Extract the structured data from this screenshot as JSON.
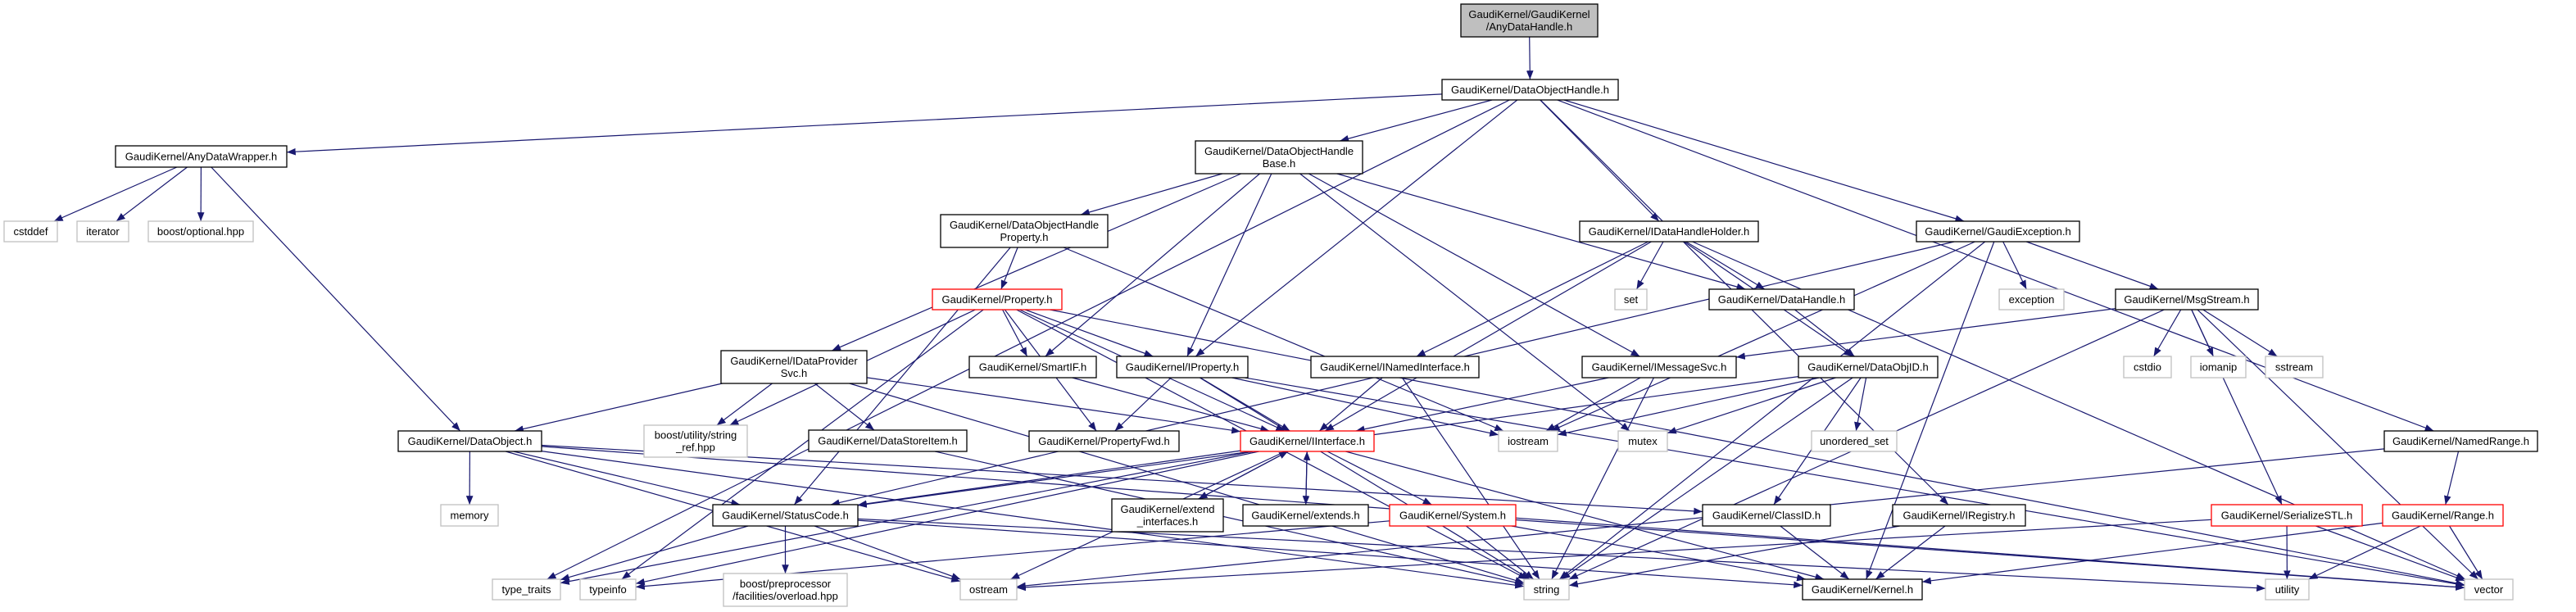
{
  "graph": {
    "title": "GaudiKernel/GaudiKernel/AnyDataHandle.h include dependency graph",
    "colors": {
      "edge": "#191970",
      "root_fill": "#bfbfbf",
      "documented_border": "#000000",
      "external_border": "#bfbfbf",
      "truncated_border": "#ff0000"
    },
    "nodes": [
      {
        "id": "root",
        "lines": [
          "GaudiKernel/GaudiKernel",
          "/AnyDataHandle.h"
        ],
        "kind": "root"
      },
      {
        "id": "DataObjectHandle",
        "lines": [
          "GaudiKernel/DataObjectHandle.h"
        ],
        "kind": "doc"
      },
      {
        "id": "AnyDataWrapper",
        "lines": [
          "GaudiKernel/AnyDataWrapper.h"
        ],
        "kind": "doc"
      },
      {
        "id": "cstddef",
        "lines": [
          "cstddef"
        ],
        "kind": "ext"
      },
      {
        "id": "iterator",
        "lines": [
          "iterator"
        ],
        "kind": "ext"
      },
      {
        "id": "boost_optional",
        "lines": [
          "boost/optional.hpp"
        ],
        "kind": "ext"
      },
      {
        "id": "DataObjectHandleBase",
        "lines": [
          "GaudiKernel/DataObjectHandle",
          "Base.h"
        ],
        "kind": "doc"
      },
      {
        "id": "DataObjectHandleProperty",
        "lines": [
          "GaudiKernel/DataObjectHandle",
          "Property.h"
        ],
        "kind": "doc"
      },
      {
        "id": "Property",
        "lines": [
          "GaudiKernel/Property.h"
        ],
        "kind": "trunc"
      },
      {
        "id": "IDataProviderSvc",
        "lines": [
          "GaudiKernel/IDataProvider",
          "Svc.h"
        ],
        "kind": "doc"
      },
      {
        "id": "SmartIF",
        "lines": [
          "GaudiKernel/SmartIF.h"
        ],
        "kind": "doc"
      },
      {
        "id": "IProperty",
        "lines": [
          "GaudiKernel/IProperty.h"
        ],
        "kind": "doc"
      },
      {
        "id": "INamedInterface",
        "lines": [
          "GaudiKernel/INamedInterface.h"
        ],
        "kind": "doc"
      },
      {
        "id": "IMessageSvc",
        "lines": [
          "GaudiKernel/IMessageSvc.h"
        ],
        "kind": "doc"
      },
      {
        "id": "DataObjID",
        "lines": [
          "GaudiKernel/DataObjID.h"
        ],
        "kind": "doc"
      },
      {
        "id": "IDataHandleHolder",
        "lines": [
          "GaudiKernel/IDataHandleHolder.h"
        ],
        "kind": "doc"
      },
      {
        "id": "set",
        "lines": [
          "set"
        ],
        "kind": "ext"
      },
      {
        "id": "DataHandle",
        "lines": [
          "GaudiKernel/DataHandle.h"
        ],
        "kind": "doc"
      },
      {
        "id": "GaudiException",
        "lines": [
          "GaudiKernel/GaudiException.h"
        ],
        "kind": "doc"
      },
      {
        "id": "exception",
        "lines": [
          "exception"
        ],
        "kind": "ext"
      },
      {
        "id": "MsgStream",
        "lines": [
          "GaudiKernel/MsgStream.h"
        ],
        "kind": "doc"
      },
      {
        "id": "cstdio",
        "lines": [
          "cstdio"
        ],
        "kind": "ext"
      },
      {
        "id": "iomanip",
        "lines": [
          "iomanip"
        ],
        "kind": "ext"
      },
      {
        "id": "sstream",
        "lines": [
          "sstream"
        ],
        "kind": "ext"
      },
      {
        "id": "NamedRange",
        "lines": [
          "GaudiKernel/NamedRange.h"
        ],
        "kind": "doc"
      },
      {
        "id": "DataObject",
        "lines": [
          "GaudiKernel/DataObject.h"
        ],
        "kind": "doc"
      },
      {
        "id": "string_ref",
        "lines": [
          "boost/utility/string",
          "_ref.hpp"
        ],
        "kind": "ext"
      },
      {
        "id": "DataStoreItem",
        "lines": [
          "GaudiKernel/DataStoreItem.h"
        ],
        "kind": "doc"
      },
      {
        "id": "PropertyFwd",
        "lines": [
          "GaudiKernel/PropertyFwd.h"
        ],
        "kind": "doc"
      },
      {
        "id": "IInterface",
        "lines": [
          "GaudiKernel/IInterface.h"
        ],
        "kind": "trunc"
      },
      {
        "id": "iostream",
        "lines": [
          "iostream"
        ],
        "kind": "ext"
      },
      {
        "id": "mutex",
        "lines": [
          "mutex"
        ],
        "kind": "ext"
      },
      {
        "id": "unordered_set",
        "lines": [
          "unordered_set"
        ],
        "kind": "ext"
      },
      {
        "id": "memory",
        "lines": [
          "memory"
        ],
        "kind": "ext"
      },
      {
        "id": "StatusCode",
        "lines": [
          "GaudiKernel/StatusCode.h"
        ],
        "kind": "doc"
      },
      {
        "id": "extend_interfaces",
        "lines": [
          "GaudiKernel/extend",
          "_interfaces.h"
        ],
        "kind": "doc"
      },
      {
        "id": "extends",
        "lines": [
          "GaudiKernel/extends.h"
        ],
        "kind": "doc"
      },
      {
        "id": "System",
        "lines": [
          "GaudiKernel/System.h"
        ],
        "kind": "trunc"
      },
      {
        "id": "ClassID",
        "lines": [
          "GaudiKernel/ClassID.h"
        ],
        "kind": "doc"
      },
      {
        "id": "IRegistry",
        "lines": [
          "GaudiKernel/IRegistry.h"
        ],
        "kind": "doc"
      },
      {
        "id": "SerializeSTL",
        "lines": [
          "GaudiKernel/SerializeSTL.h"
        ],
        "kind": "trunc"
      },
      {
        "id": "Range",
        "lines": [
          "GaudiKernel/Range.h"
        ],
        "kind": "trunc"
      },
      {
        "id": "type_traits",
        "lines": [
          "type_traits"
        ],
        "kind": "ext"
      },
      {
        "id": "typeinfo",
        "lines": [
          "typeinfo"
        ],
        "kind": "ext"
      },
      {
        "id": "boost_pp_overload",
        "lines": [
          "boost/preprocessor",
          "/facilities/overload.hpp"
        ],
        "kind": "ext"
      },
      {
        "id": "ostream",
        "lines": [
          "ostream"
        ],
        "kind": "ext"
      },
      {
        "id": "string",
        "lines": [
          "string"
        ],
        "kind": "ext"
      },
      {
        "id": "Kernel",
        "lines": [
          "GaudiKernel/Kernel.h"
        ],
        "kind": "doc"
      },
      {
        "id": "utility",
        "lines": [
          "utility"
        ],
        "kind": "ext"
      },
      {
        "id": "vector",
        "lines": [
          "vector"
        ],
        "kind": "ext"
      }
    ],
    "edges": [
      [
        "root",
        "DataObjectHandle"
      ],
      [
        "DataObjectHandle",
        "AnyDataWrapper"
      ],
      [
        "DataObjectHandle",
        "DataObjectHandleBase"
      ],
      [
        "DataObjectHandle",
        "IProperty"
      ],
      [
        "DataObjectHandle",
        "IDataHandleHolder"
      ],
      [
        "DataObjectHandle",
        "GaudiException"
      ],
      [
        "DataObjectHandle",
        "IRegistry"
      ],
      [
        "DataObjectHandle",
        "NamedRange"
      ],
      [
        "DataObjectHandle",
        "type_traits"
      ],
      [
        "AnyDataWrapper",
        "cstddef"
      ],
      [
        "AnyDataWrapper",
        "iterator"
      ],
      [
        "AnyDataWrapper",
        "boost_optional"
      ],
      [
        "AnyDataWrapper",
        "DataObject"
      ],
      [
        "DataObjectHandleBase",
        "DataObjectHandleProperty"
      ],
      [
        "DataObjectHandleBase",
        "IDataProviderSvc"
      ],
      [
        "DataObjectHandleBase",
        "SmartIF"
      ],
      [
        "DataObjectHandleBase",
        "IProperty"
      ],
      [
        "DataObjectHandleBase",
        "IMessageSvc"
      ],
      [
        "DataObjectHandleBase",
        "DataHandle"
      ],
      [
        "DataObjectHandleBase",
        "mutex"
      ],
      [
        "DataObjectHandleProperty",
        "Property"
      ],
      [
        "DataObjectHandleProperty",
        "StatusCode"
      ],
      [
        "DataObjectHandleProperty",
        "iostream"
      ],
      [
        "Property",
        "SmartIF"
      ],
      [
        "Property",
        "IProperty"
      ],
      [
        "Property",
        "PropertyFwd"
      ],
      [
        "Property",
        "string_ref"
      ],
      [
        "Property",
        "string"
      ],
      [
        "Property",
        "typeinfo"
      ],
      [
        "Property",
        "IInterface"
      ],
      [
        "Property",
        "vector"
      ],
      [
        "IDataProviderSvc",
        "DataObject"
      ],
      [
        "IDataProviderSvc",
        "string_ref"
      ],
      [
        "IDataProviderSvc",
        "DataStoreItem"
      ],
      [
        "IDataProviderSvc",
        "IInterface"
      ],
      [
        "IDataProviderSvc",
        "string"
      ],
      [
        "SmartIF",
        "IInterface"
      ],
      [
        "IProperty",
        "PropertyFwd"
      ],
      [
        "IProperty",
        "IInterface"
      ],
      [
        "IProperty",
        "iostream"
      ],
      [
        "IProperty",
        "string"
      ],
      [
        "IProperty",
        "vector"
      ],
      [
        "INamedInterface",
        "IInterface"
      ],
      [
        "INamedInterface",
        "string"
      ],
      [
        "IMessageSvc",
        "IInterface"
      ],
      [
        "IMessageSvc",
        "iostream"
      ],
      [
        "IMessageSvc",
        "string"
      ],
      [
        "IDataHandleHolder",
        "IInterface"
      ],
      [
        "IDataHandleHolder",
        "INamedInterface"
      ],
      [
        "IDataHandleHolder",
        "set"
      ],
      [
        "IDataHandleHolder",
        "DataHandle"
      ],
      [
        "IDataHandleHolder",
        "DataObjID"
      ],
      [
        "IDataHandleHolder",
        "vector"
      ],
      [
        "DataHandle",
        "DataObjID"
      ],
      [
        "DataObjID",
        "ClassID"
      ],
      [
        "DataObjID",
        "iostream"
      ],
      [
        "DataObjID",
        "mutex"
      ],
      [
        "DataObjID",
        "unordered_set"
      ],
      [
        "DataObjID",
        "string"
      ],
      [
        "DataObjID",
        "StatusCode"
      ],
      [
        "GaudiException",
        "StatusCode"
      ],
      [
        "GaudiException",
        "iostream"
      ],
      [
        "GaudiException",
        "exception"
      ],
      [
        "GaudiException",
        "MsgStream"
      ],
      [
        "GaudiException",
        "string"
      ],
      [
        "GaudiException",
        "Kernel"
      ],
      [
        "MsgStream",
        "IMessageSvc"
      ],
      [
        "MsgStream",
        "SerializeSTL"
      ],
      [
        "MsgStream",
        "cstdio"
      ],
      [
        "MsgStream",
        "iomanip"
      ],
      [
        "MsgStream",
        "sstream"
      ],
      [
        "MsgStream",
        "string"
      ],
      [
        "MsgStream",
        "vector"
      ],
      [
        "NamedRange",
        "Range"
      ],
      [
        "NamedRange",
        "ostream"
      ],
      [
        "DataObject",
        "memory"
      ],
      [
        "DataObject",
        "StatusCode"
      ],
      [
        "DataObject",
        "ClassID"
      ],
      [
        "DataObject",
        "string"
      ],
      [
        "DataObject",
        "ostream"
      ],
      [
        "DataObject",
        "vector"
      ],
      [
        "DataStoreItem",
        "string"
      ],
      [
        "IInterface",
        "StatusCode"
      ],
      [
        "IInterface",
        "extend_interfaces"
      ],
      [
        "IInterface",
        "extends"
      ],
      [
        "IInterface",
        "System"
      ],
      [
        "IInterface",
        "Kernel"
      ],
      [
        "IInterface",
        "ostream"
      ],
      [
        "IInterface",
        "type_traits"
      ],
      [
        "IInterface",
        "typeinfo"
      ],
      [
        "extend_interfaces",
        "IInterface"
      ],
      [
        "extends",
        "IInterface"
      ],
      [
        "StatusCode",
        "boost_pp_overload"
      ],
      [
        "StatusCode",
        "ostream"
      ],
      [
        "StatusCode",
        "type_traits"
      ],
      [
        "StatusCode",
        "Kernel"
      ],
      [
        "StatusCode",
        "utility"
      ],
      [
        "System",
        "string"
      ],
      [
        "System",
        "Kernel"
      ],
      [
        "System",
        "typeinfo"
      ],
      [
        "System",
        "vector"
      ],
      [
        "ClassID",
        "Kernel"
      ],
      [
        "IRegistry",
        "Kernel"
      ],
      [
        "IRegistry",
        "string"
      ],
      [
        "SerializeSTL",
        "utility"
      ],
      [
        "SerializeSTL",
        "vector"
      ],
      [
        "SerializeSTL",
        "ostream"
      ],
      [
        "Range",
        "utility"
      ],
      [
        "Range",
        "vector"
      ],
      [
        "Range",
        "Kernel"
      ]
    ]
  }
}
